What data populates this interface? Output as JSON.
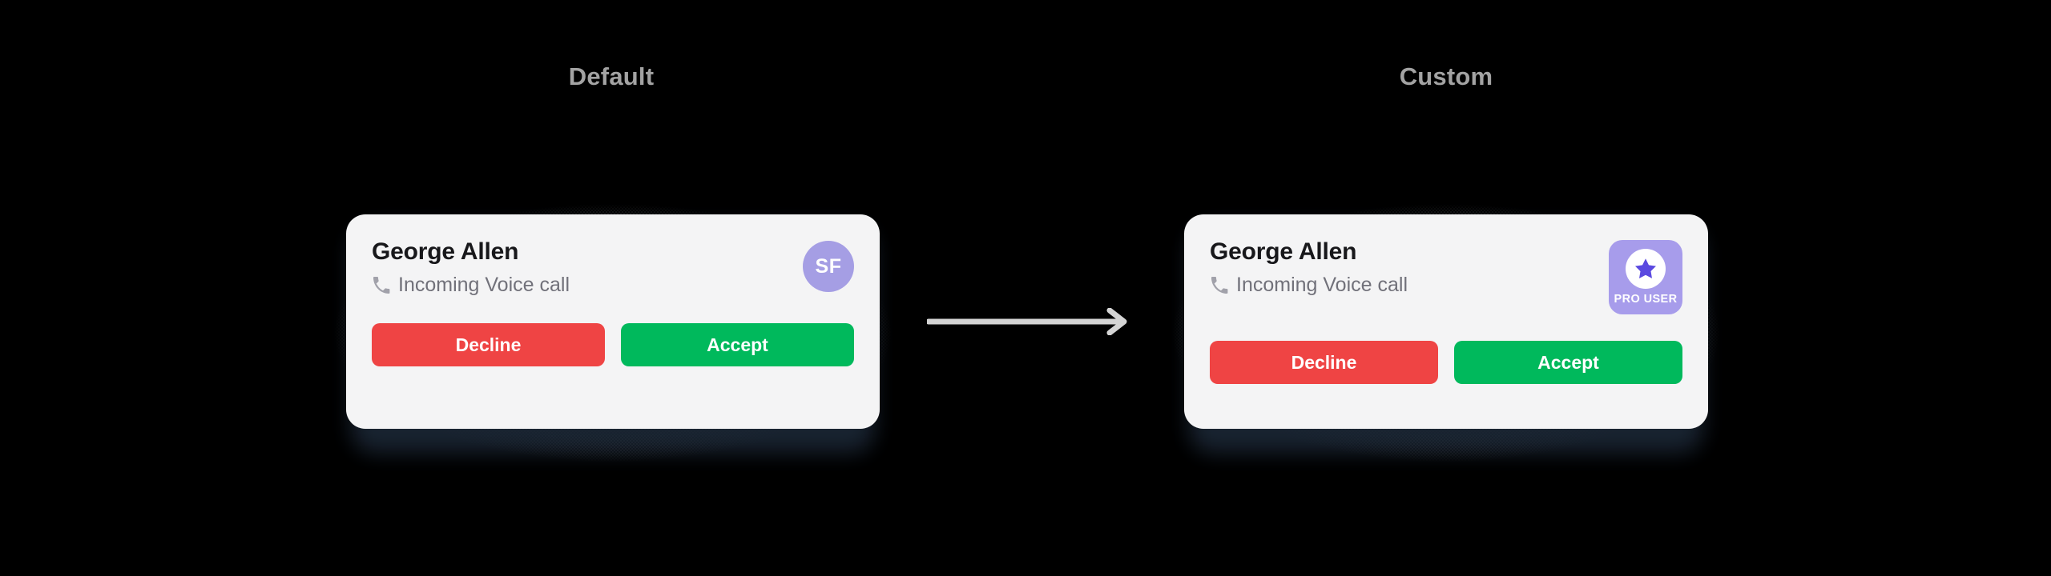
{
  "sections": [
    {
      "id": "default",
      "label": "Default"
    },
    {
      "id": "custom",
      "label": "Custom"
    }
  ],
  "cards": {
    "default": {
      "caller_name": "George Allen",
      "status_text": "Incoming Voice call",
      "status_icon": "phone-icon",
      "avatar": {
        "initials": "SF",
        "background_color": "#a59ee4",
        "text_color": "#ffffff"
      },
      "buttons": [
        {
          "id": "decline",
          "label": "Decline",
          "color": "#ef4444"
        },
        {
          "id": "accept",
          "label": "Accept",
          "color": "#00b95c"
        }
      ]
    },
    "custom": {
      "caller_name": "George Allen",
      "status_text": "Incoming Voice call",
      "status_icon": "phone-icon",
      "badge": {
        "label": "PRO USER",
        "icon": "star-icon",
        "background_color": "#a79ceb",
        "icon_circle_color": "#ffffff",
        "star_color": "#5b4ae0",
        "text_color": "#ffffff"
      },
      "buttons": [
        {
          "id": "decline",
          "label": "Decline",
          "color": "#ef4444"
        },
        {
          "id": "accept",
          "label": "Accept",
          "color": "#00b95c"
        }
      ]
    }
  },
  "connector": {
    "icon": "arrow-right-icon",
    "color": "#d4d4d4"
  },
  "theme": {
    "page_background": "#000000",
    "card_background": "#f4f4f5",
    "label_color": "#a3a3a3",
    "name_color": "#18181b",
    "status_color": "#71717a"
  }
}
